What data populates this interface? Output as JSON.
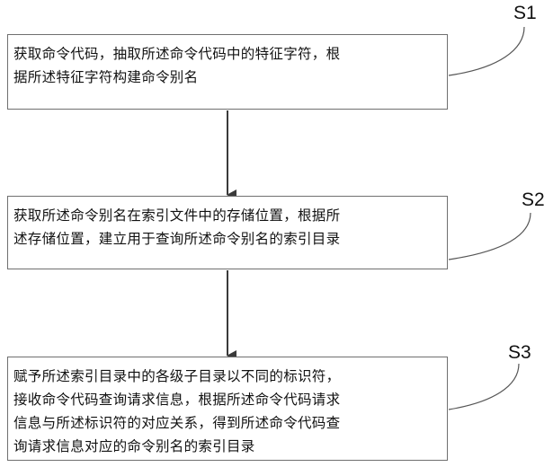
{
  "steps": [
    {
      "label": "S1",
      "lines": [
        "获取命令代码，抽取所述命令代码中的特征字符，根",
        "据所述特征字符构建命令别名"
      ]
    },
    {
      "label": "S2",
      "lines": [
        "获取所述命令别名在索引文件中的存储位置，根据所",
        "述存储位置，建立用于查询所述命令别名的索引目录"
      ]
    },
    {
      "label": "S3",
      "lines": [
        "赋予所述索引目录中的各级子目录以不同的标识符，",
        "接收命令代码查询请求信息，根据所述命令代码请求",
        "信息与所述标识符的对应关系，得到所述命令代码查",
        "询请求信息对应的命令别名的索引目录"
      ]
    }
  ],
  "colors": {
    "stroke": "#4a4a4a",
    "box_border": "#6f6f6f",
    "text": "#111111"
  }
}
